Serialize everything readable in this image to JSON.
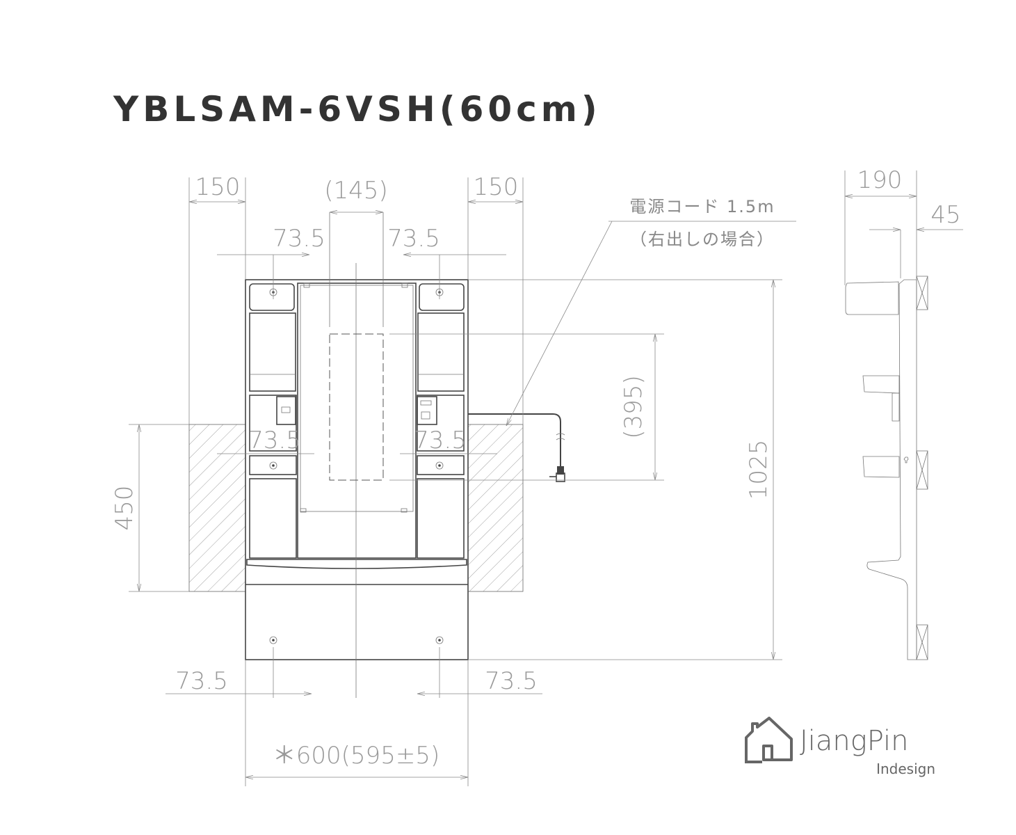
{
  "title": "YBLSAM-6VSH(60cm)",
  "dimensions": {
    "top_left_width": "150",
    "top_center_width": "(145)",
    "top_right_width": "150",
    "screw_offset_top_left": "73.5",
    "screw_offset_top_right": "73.5",
    "screw_offset_mid_left": "73.5",
    "screw_offset_mid_right": "73.5",
    "screw_offset_bottom_left": "73.5",
    "screw_offset_bottom_right": "73.5",
    "overall_width": "＊600(595±5)",
    "wall_height": "450",
    "mirror_cutout_height": "(395)",
    "overall_height": "1025",
    "side_depth": "190",
    "side_offset": "45"
  },
  "cord_note": {
    "line1": "電源コード 1.5m",
    "line2": "（右出しの場合）"
  },
  "logo": {
    "brand": "JiangPin",
    "sub": "Indesign"
  },
  "colors": {
    "line": "#444444",
    "dimension": "#999999",
    "title": "#333333"
  }
}
